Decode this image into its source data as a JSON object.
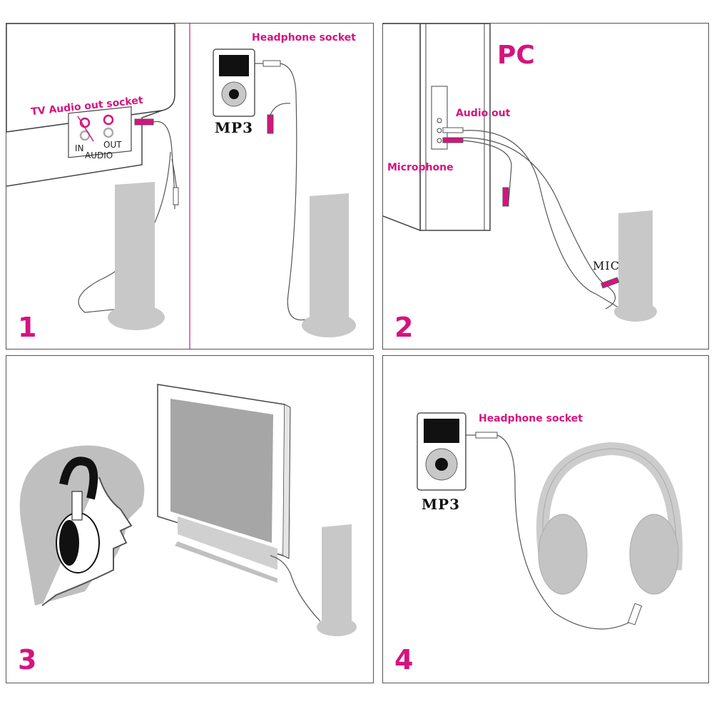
{
  "panel1": {
    "step": "1",
    "tv_socket_label": "TV Audio out socket",
    "jack_in": "IN",
    "jack_out": "OUT",
    "jack_audio": "AUDIO",
    "headphone_socket_label": "Headphone socket",
    "mp3_label": "MP3"
  },
  "panel2": {
    "step": "2",
    "pc_label": "PC",
    "audio_out_label": "Audio out",
    "microphone_label": "Microphone",
    "mic_label": "MIC"
  },
  "panel3": {
    "step": "3"
  },
  "panel4": {
    "step": "4",
    "headphone_socket_label": "Headphone socket",
    "mp3_label": "MP3"
  },
  "colors": {
    "accent": "#d6137f",
    "device_gray": "#c8c8c8",
    "dark_gray": "#666666"
  }
}
